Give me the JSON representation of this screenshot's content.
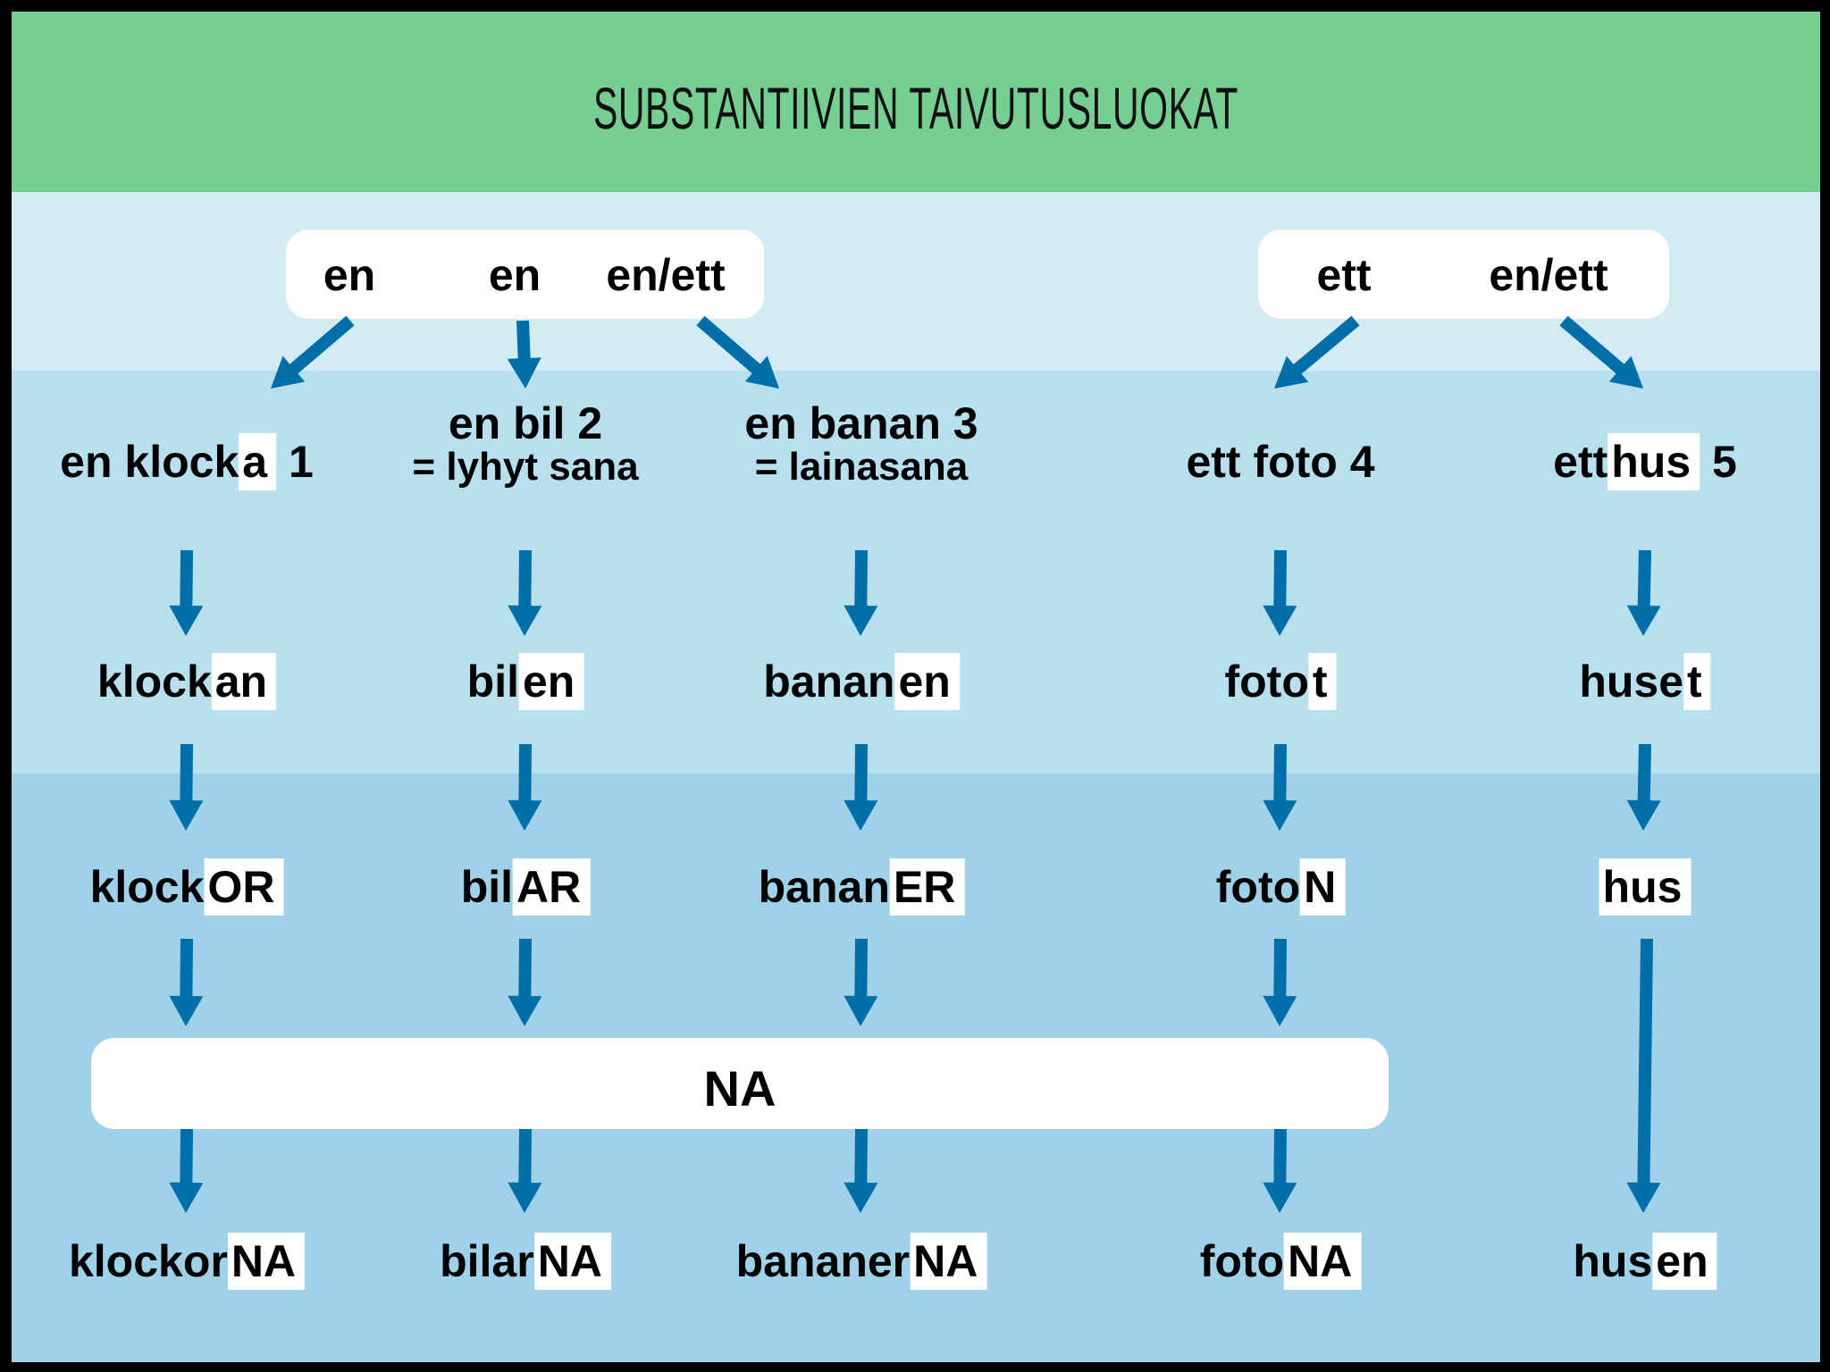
{
  "title": "SUBSTANTIIVIEN TAIVUTUSLUOKAT",
  "arrow_color": "#006ea8",
  "top_boxes": [
    {
      "labels": [
        "en",
        "en",
        "en/ett"
      ]
    },
    {
      "labels": [
        "ett",
        "en/ett"
      ]
    }
  ],
  "middle_box": "NA",
  "columns": [
    {
      "rows": [
        {
          "parts": [
            {
              "t": "en klock",
              "hl": false
            },
            {
              "t": "a",
              "hl": true
            },
            {
              "t": "1",
              "hl": false
            }
          ],
          "sub": ""
        },
        {
          "parts": [
            {
              "t": "klock",
              "hl": false
            },
            {
              "t": "an",
              "hl": true
            }
          ]
        },
        {
          "parts": [
            {
              "t": "klock",
              "hl": false
            },
            {
              "t": "OR",
              "hl": true
            }
          ]
        },
        {
          "parts": [
            {
              "t": "klockor",
              "hl": false
            },
            {
              "t": "NA",
              "hl": true
            }
          ]
        }
      ]
    },
    {
      "rows": [
        {
          "parts": [
            {
              "t": "en bil 2",
              "hl": false
            }
          ],
          "sub": "= lyhyt sana"
        },
        {
          "parts": [
            {
              "t": "bil",
              "hl": false
            },
            {
              "t": "en",
              "hl": true
            }
          ]
        },
        {
          "parts": [
            {
              "t": "bil",
              "hl": false
            },
            {
              "t": "AR",
              "hl": true
            }
          ]
        },
        {
          "parts": [
            {
              "t": "bilar",
              "hl": false
            },
            {
              "t": "NA",
              "hl": true
            }
          ]
        }
      ]
    },
    {
      "rows": [
        {
          "parts": [
            {
              "t": "en banan 3",
              "hl": false
            }
          ],
          "sub": "= lainasana"
        },
        {
          "parts": [
            {
              "t": "banan",
              "hl": false
            },
            {
              "t": "en",
              "hl": true
            }
          ]
        },
        {
          "parts": [
            {
              "t": "banan",
              "hl": false
            },
            {
              "t": "ER",
              "hl": true
            }
          ]
        },
        {
          "parts": [
            {
              "t": "bananer",
              "hl": false
            },
            {
              "t": "NA",
              "hl": true
            }
          ]
        }
      ]
    },
    {
      "rows": [
        {
          "parts": [
            {
              "t": "ett foto 4",
              "hl": false
            }
          ],
          "sub": ""
        },
        {
          "parts": [
            {
              "t": "foto",
              "hl": false
            },
            {
              "t": "t",
              "hl": true
            }
          ]
        },
        {
          "parts": [
            {
              "t": "foto",
              "hl": false
            },
            {
              "t": "N",
              "hl": true
            }
          ]
        },
        {
          "parts": [
            {
              "t": "foto",
              "hl": false
            },
            {
              "t": "NA",
              "hl": true
            }
          ]
        }
      ]
    },
    {
      "rows": [
        {
          "parts": [
            {
              "t": "ett",
              "hl": false
            },
            {
              "t": "hus",
              "hl": true
            },
            {
              "t": "5",
              "hl": false
            }
          ],
          "sub": ""
        },
        {
          "parts": [
            {
              "t": "huse",
              "hl": false
            },
            {
              "t": "t",
              "hl": true
            }
          ]
        },
        {
          "parts": [
            {
              "t": "hus",
              "hl": true
            }
          ]
        },
        {
          "parts": [
            {
              "t": "hus",
              "hl": false
            },
            {
              "t": "en",
              "hl": true
            }
          ]
        }
      ]
    }
  ]
}
